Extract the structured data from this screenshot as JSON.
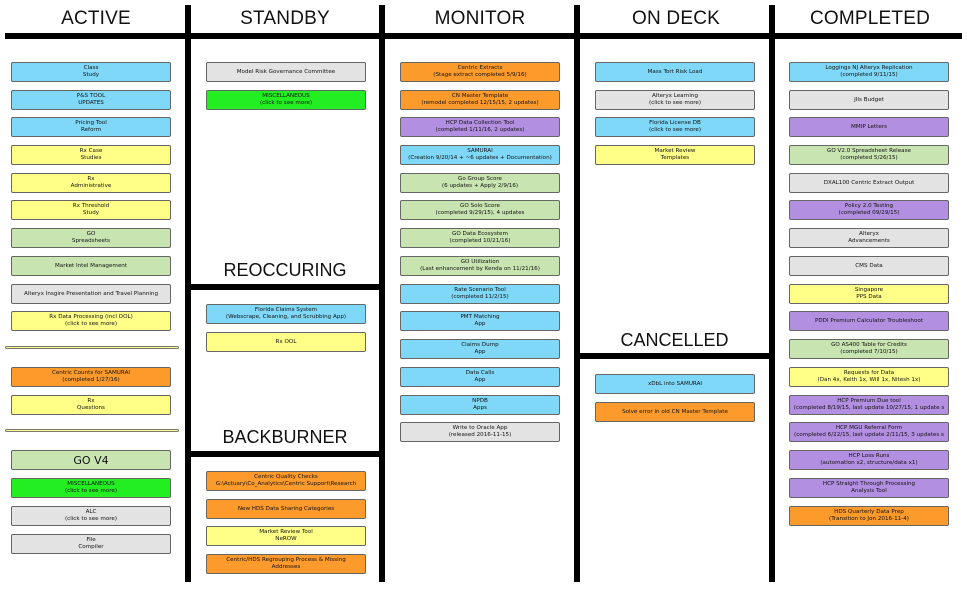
{
  "headers": {
    "active": "ACTIVE",
    "standby": "STANDBY",
    "monitor": "MONITOR",
    "on_deck": "ON DECK",
    "completed": "COMPLETED",
    "reoccuring": "REOCCURING",
    "backburner": "BACKBURNER",
    "cancelled": "CANCELLED"
  },
  "colors": {
    "blue": "#7fd8f7",
    "grey": "#e3e3e3",
    "yellow": "#ffff88",
    "green": "#c8e4b0",
    "lime": "#22ee22",
    "orange": "#fc9a2c",
    "purple": "#b28fe0"
  },
  "active": [
    {
      "l1": "Class",
      "l2": "Study",
      "color": "blue"
    },
    {
      "l1": "P&S TOOL",
      "l2": "UPDATES",
      "color": "blue"
    },
    {
      "l1": "Pricing Tool",
      "l2": "Reform",
      "color": "blue"
    },
    {
      "l1": "Rx Case",
      "l2": "Studies",
      "color": "yellow"
    },
    {
      "l1": "Rx",
      "l2": "Administrative",
      "color": "yellow"
    },
    {
      "l1": "Rx Threshold",
      "l2": "Study",
      "color": "yellow"
    },
    {
      "l1": "GO",
      "l2": "Spreadsheets",
      "color": "green"
    },
    {
      "l1": "Market Intel Management",
      "l2": "",
      "color": "green"
    },
    {
      "l1": "Alteryx Insgire Presentation and Travel Planning",
      "l2": "",
      "color": "grey"
    },
    {
      "l1": "Rx Data Processing (incl OOL)",
      "l2": "(click to see more)",
      "color": "yellow"
    },
    {
      "l1": "Centric Counts for SAMURAI",
      "l2": "(completed 1/27/16)",
      "color": "orange"
    },
    {
      "l1": "Rx",
      "l2": "Questions",
      "color": "yellow"
    },
    {
      "l1": "GO V4",
      "l2": "",
      "color": "green"
    },
    {
      "l1": "MISCELLANEOUS",
      "l2": "(click to see more)",
      "color": "lime"
    },
    {
      "l1": "ALC",
      "l2": "(click to see more)",
      "color": "grey"
    },
    {
      "l1": "File",
      "l2": "Compiler",
      "color": "grey"
    }
  ],
  "standby": [
    {
      "l1": "Model Risk Governance Committee",
      "l2": "",
      "color": "grey"
    },
    {
      "l1": "MISCELLANEOUS",
      "l2": "(click to see more)",
      "color": "lime"
    }
  ],
  "reoccuring": [
    {
      "l1": "Florida Claims System",
      "l2": "(Webscrape, Cleaning, and Scrubbing App)",
      "color": "blue"
    },
    {
      "l1": "Rx OOL",
      "l2": "",
      "color": "yellow"
    }
  ],
  "backburner": [
    {
      "l1": "Centric Quality Checks",
      "l2": "G:\\Actuary\\Co_Analytics\\Centric Support\\Research",
      "color": "orange"
    },
    {
      "l1": "New HDS Data Sharing Categories",
      "l2": "",
      "color": "orange"
    },
    {
      "l1": "Market Review Tool",
      "l2": "NeROW",
      "color": "yellow"
    },
    {
      "l1": "Centric/HDS Regrouping Process & Missing",
      "l2": "Addresses",
      "color": "orange"
    }
  ],
  "monitor": [
    {
      "l1": "Centric Extracts",
      "l2": "(Stage extract completed 5/9/16)",
      "color": "orange"
    },
    {
      "l1": "CN Master Template",
      "l2": "(remodel completed 12/15/15, 2 updates)",
      "color": "orange"
    },
    {
      "l1": "HCP Data Collection Tool",
      "l2": "(completed 1/11/16, 2 updates)",
      "color": "purple"
    },
    {
      "l1": "SAMURAI",
      "l2": "(Creation 9/20/14 + ~6 updates + Documentation)",
      "color": "blue"
    },
    {
      "l1": "Go Group Score",
      "l2": "(6 updates + Apply 2/9/16)",
      "color": "green"
    },
    {
      "l1": "GO Solo Score",
      "l2": "(completed 9/29/15), 4 updates",
      "color": "green"
    },
    {
      "l1": "GO Data Ecosystem",
      "l2": "(completed 10/21/16)",
      "color": "green"
    },
    {
      "l1": "GO Utilization",
      "l2": "(Last enhancement by Kenda on 11/21/16)",
      "color": "green"
    },
    {
      "l1": "Rate Scenario Tool",
      "l2": "(completed 11/2/15)",
      "color": "blue"
    },
    {
      "l1": "PMT Matching",
      "l2": "App",
      "color": "blue"
    },
    {
      "l1": "Claims Dump",
      "l2": "App",
      "color": "blue"
    },
    {
      "l1": "Data Calls",
      "l2": "App",
      "color": "blue"
    },
    {
      "l1": "NPDB",
      "l2": "Apps",
      "color": "blue"
    },
    {
      "l1": "Write to Oracle App",
      "l2": "(released 2016-11-15)",
      "color": "grey"
    }
  ],
  "on_deck": [
    {
      "l1": "Mass Tort Risk Load",
      "l2": "",
      "color": "blue"
    },
    {
      "l1": "Alteryx Learning",
      "l2": "(click to see more)",
      "color": "grey"
    },
    {
      "l1": "Florida License DB",
      "l2": "(click to see more)",
      "color": "blue"
    },
    {
      "l1": "Market Review",
      "l2": "Templates",
      "color": "yellow"
    }
  ],
  "cancelled": [
    {
      "l1": "xDbL into SAMURAI",
      "l2": "",
      "color": "blue"
    },
    {
      "l1": "Solve error in old CN Master Template",
      "l2": "",
      "color": "orange"
    }
  ],
  "completed": [
    {
      "l1": "Loggings NJ Alteryx Replication",
      "l2": "(completed 9/11/15)",
      "color": "blue"
    },
    {
      "l1": "JIIs Budget",
      "l2": "",
      "color": "grey"
    },
    {
      "l1": "MMIP Letters",
      "l2": "",
      "color": "purple"
    },
    {
      "l1": "GO V2.0 Spreadsheet Release",
      "l2": "(completed 5/26/15)",
      "color": "green"
    },
    {
      "l1": "DXAL100 Centric Extract Output",
      "l2": "",
      "color": "grey"
    },
    {
      "l1": "Policy 2.0 Testing",
      "l2": "(completed 09/29/15)",
      "color": "purple"
    },
    {
      "l1": "Alteryx",
      "l2": "Advancements",
      "color": "grey"
    },
    {
      "l1": "CMS Data",
      "l2": "",
      "color": "grey"
    },
    {
      "l1": "Singapore",
      "l2": "PPS Data",
      "color": "yellow"
    },
    {
      "l1": "PDDI Premium Calculator Troubleshoot",
      "l2": "",
      "color": "purple"
    },
    {
      "l1": "GO AS400 Table for Credits",
      "l2": "(completed 7/10/15)",
      "color": "green"
    },
    {
      "l1": "Requests for Data",
      "l2": "(Dan 4x, Keith 1x, Will 1x, Nitesh 1x)",
      "color": "yellow"
    },
    {
      "l1": "HCP Premium Due tool",
      "l2": "(completed 8/19/15, last update 10/27/15, 1 update s",
      "color": "purple"
    },
    {
      "l1": "HCP MGU Referral Form",
      "l2": "(completed 6/22/15, last update 2/11/15, 3 updates s",
      "color": "purple"
    },
    {
      "l1": "HCP Loss Runs",
      "l2": "(automation x2, structure/data x1)",
      "color": "purple"
    },
    {
      "l1": "HCP Straight Through Processing",
      "l2": "Analysis Tool",
      "color": "purple"
    },
    {
      "l1": "HDS Quarterly Data Prep",
      "l2": "(Transition to Jon 2016-11-4)",
      "color": "orange"
    }
  ]
}
